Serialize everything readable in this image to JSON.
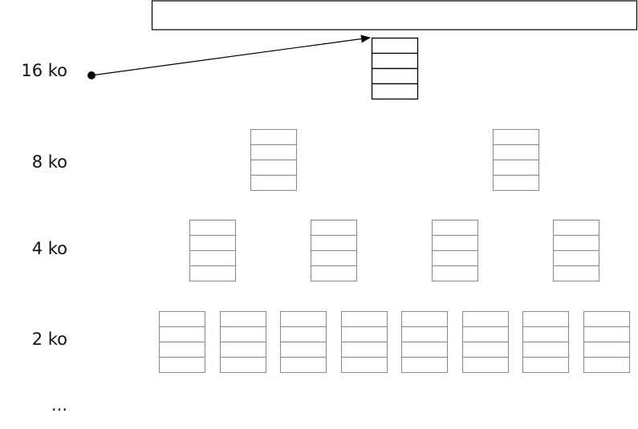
{
  "levels": [
    {
      "label": "16 ko",
      "blocks": 1,
      "highlight": true
    },
    {
      "label": "8 ko",
      "blocks": 2,
      "highlight": false
    },
    {
      "label": "4 ko",
      "blocks": 4,
      "highlight": false
    },
    {
      "label": "2 ko",
      "blocks": 8,
      "highlight": false
    }
  ],
  "ellipsis": "...",
  "rows_per_block": 4,
  "colors": {
    "highlight_stroke": "#000000",
    "block_stroke": "#8c8c8c",
    "container_stroke": "#000000",
    "arrow": "#000000"
  }
}
